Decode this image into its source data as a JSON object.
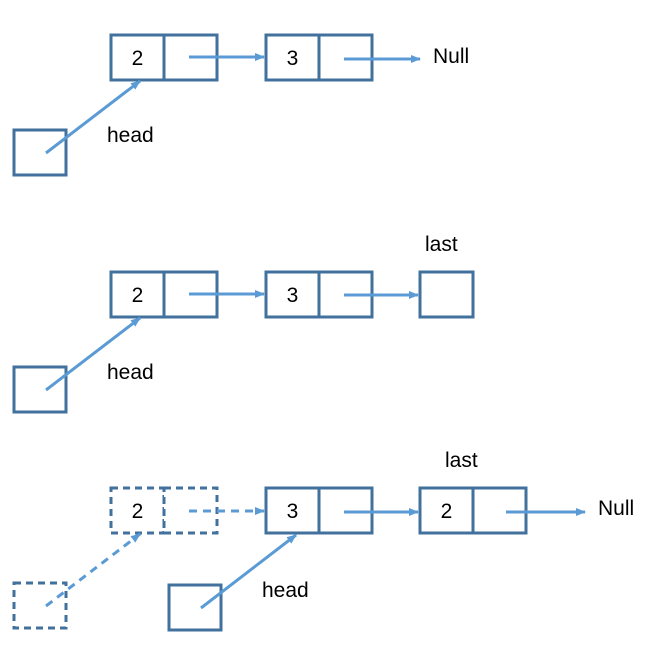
{
  "colors": {
    "box_stroke": "#41719c",
    "arrow": "#5b9bd5"
  },
  "diagram1": {
    "node_a_value": "2",
    "node_b_value": "3",
    "null_label": "Null",
    "head_label": "head"
  },
  "diagram2": {
    "node_a_value": "2",
    "node_b_value": "3",
    "last_label": "last",
    "head_label": "head"
  },
  "diagram3": {
    "node_old_value": "2",
    "node_b_value": "3",
    "node_last_value": "2",
    "last_label": "last",
    "null_label": "Null",
    "head_label": "head"
  }
}
